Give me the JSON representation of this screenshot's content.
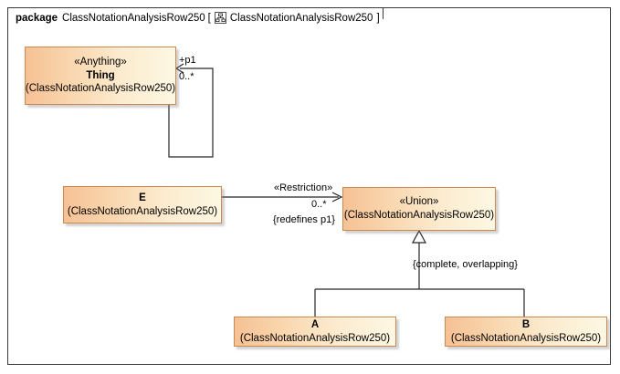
{
  "package": {
    "keyword": "package",
    "name": "ClassNotationAnalysisRow250",
    "bracket_open": "[",
    "diagram_icon": "class-diagram-icon",
    "diagram_name": "ClassNotationAnalysisRow250",
    "bracket_close": "]"
  },
  "classes": {
    "thing": {
      "stereotype": "«Anything»",
      "name": "Thing",
      "qualifier": "(ClassNotationAnalysisRow250)"
    },
    "e": {
      "name": "E",
      "qualifier": "(ClassNotationAnalysisRow250)"
    },
    "union": {
      "stereotype": "«Union»",
      "qualifier": "(ClassNotationAnalysisRow250)"
    },
    "a": {
      "name": "A",
      "qualifier": "(ClassNotationAnalysisRow250)"
    },
    "b": {
      "name": "B",
      "qualifier": "(ClassNotationAnalysisRow250)"
    }
  },
  "edges": {
    "thing_self": {
      "role": "+p1",
      "multiplicity": "0..*"
    },
    "e_to_union": {
      "stereotype": "«Restriction»",
      "multiplicity": "0..*",
      "constraint": "{redefines p1}"
    },
    "generalization": {
      "constraint": "{complete, overlapping}"
    }
  },
  "colors": {
    "class_fill_left": "#f6c194",
    "class_fill_right": "#fdf7e2",
    "class_border": "#c88a52",
    "frame_border": "#3a3a3a",
    "line": "#262626",
    "canvas": "#ffffff"
  }
}
